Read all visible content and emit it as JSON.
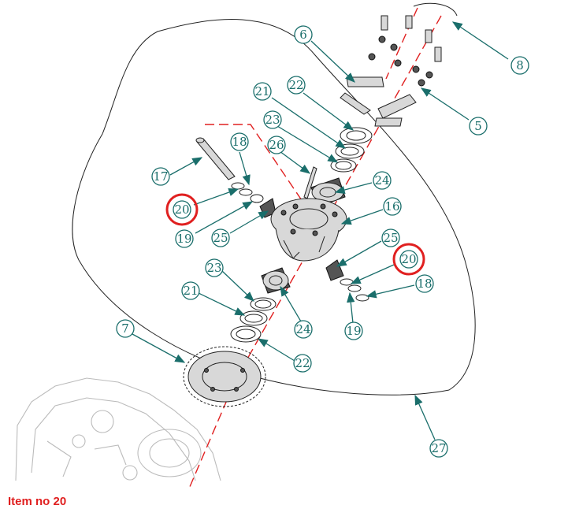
{
  "caption": "Item no 20",
  "colors": {
    "callout": "#1a6e6b",
    "highlight": "#e02020",
    "axis": "#e02020"
  },
  "callouts": {
    "c6": "6",
    "c8": "8",
    "c5": "5",
    "c21a": "21",
    "c22a": "22",
    "c23a": "23",
    "c26": "26",
    "c18a": "18",
    "c17": "17",
    "c24a": "24",
    "c20a": "20",
    "c16": "16",
    "c19a": "19",
    "c25a": "25",
    "c25b": "25",
    "c20b": "20",
    "c18b": "18",
    "c23b": "23",
    "c21b": "21",
    "c24b": "24",
    "c19b": "19",
    "c7": "7",
    "c22b": "22",
    "c27": "27"
  }
}
